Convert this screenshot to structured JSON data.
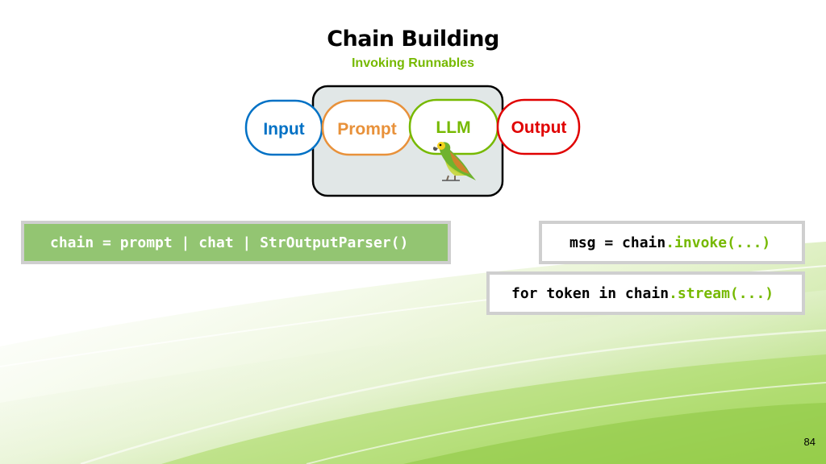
{
  "slide": {
    "title": "Chain Building",
    "subtitle": "Invoking Runnables",
    "page_number": "84"
  },
  "diagram": {
    "nodes": [
      {
        "label": "Input",
        "color": "#0071c5"
      },
      {
        "label": "Prompt",
        "color": "#e8913a"
      },
      {
        "label": "LLM",
        "color": "#76b900"
      },
      {
        "label": "Output",
        "color": "#e00000"
      }
    ],
    "chain_fill": "#e1e7e7",
    "llm_icon": "parrot-icon"
  },
  "code": {
    "chain_definition": "chain = prompt | chat | StrOutputParser()",
    "invoke_prefix": "msg = chain",
    "invoke_method": ".invoke(...)",
    "stream_prefix": "for token in chain",
    "stream_method": ".stream(...)"
  },
  "colors": {
    "accent_green": "#76b900",
    "code_green_bg": "#93c572",
    "code_border": "#cfcfcf"
  }
}
